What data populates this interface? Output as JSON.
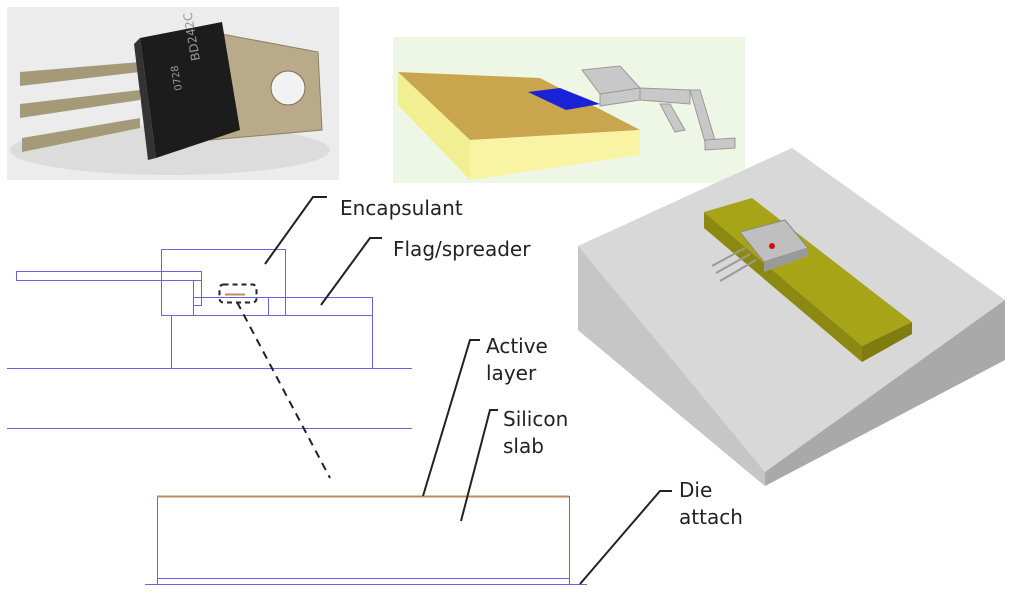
{
  "labels": {
    "encapsulant": "Encapsulant",
    "flag": "Flag/spreader",
    "active_1": "Active",
    "active_2": "layer",
    "silicon_1": "Silicon",
    "silicon_2": "slab",
    "die_1": "Die",
    "die_2": "attach"
  },
  "photo": {
    "marking_1": "BD242C",
    "marking_2": "0728"
  },
  "colors": {
    "outline": "#6b63e0",
    "active_layer": "#c08a5a",
    "leader": "#222222",
    "slab_3d": "#e8d46a",
    "die_3d": "#1a22d8",
    "spreader_3d": "#a8a417",
    "block_3d": "#d6d6d6"
  }
}
